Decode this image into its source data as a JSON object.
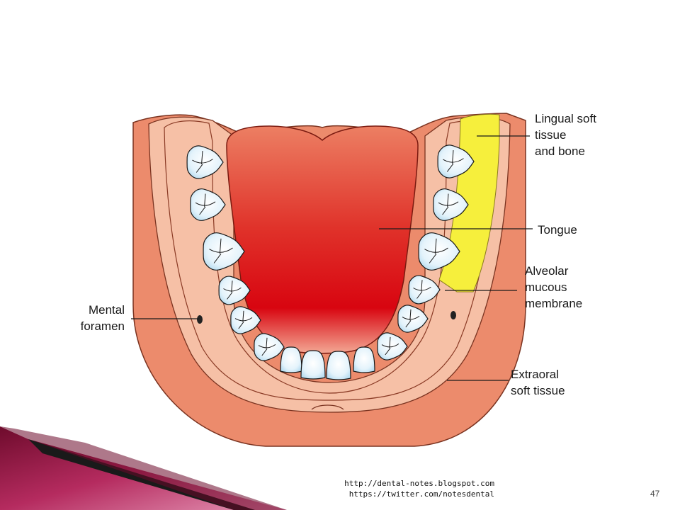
{
  "diagram": {
    "labels": {
      "lingual": [
        "Lingual soft",
        "tissue",
        "and bone"
      ],
      "tongue": [
        "Tongue"
      ],
      "alveolar": [
        "Alveolar",
        "mucous",
        "membrane"
      ],
      "extraoral": [
        "Extraoral",
        "soft tissue"
      ],
      "mental": [
        "Mental",
        "foramen"
      ]
    }
  },
  "footer": {
    "line1": "http://dental-notes.blogspot.com",
    "line2": "https://twitter.com/notesdental",
    "page_number": "47"
  },
  "colors": {
    "extraoral": "#ec8b6c",
    "mucosa": "#f6c0a6",
    "lingual_bone": "#f6ef3c",
    "tongue_top": "#ec7f63",
    "tongue_bottom": "#d80510",
    "tooth": "#d4ecf8",
    "accent_bar": "#8a1437"
  }
}
